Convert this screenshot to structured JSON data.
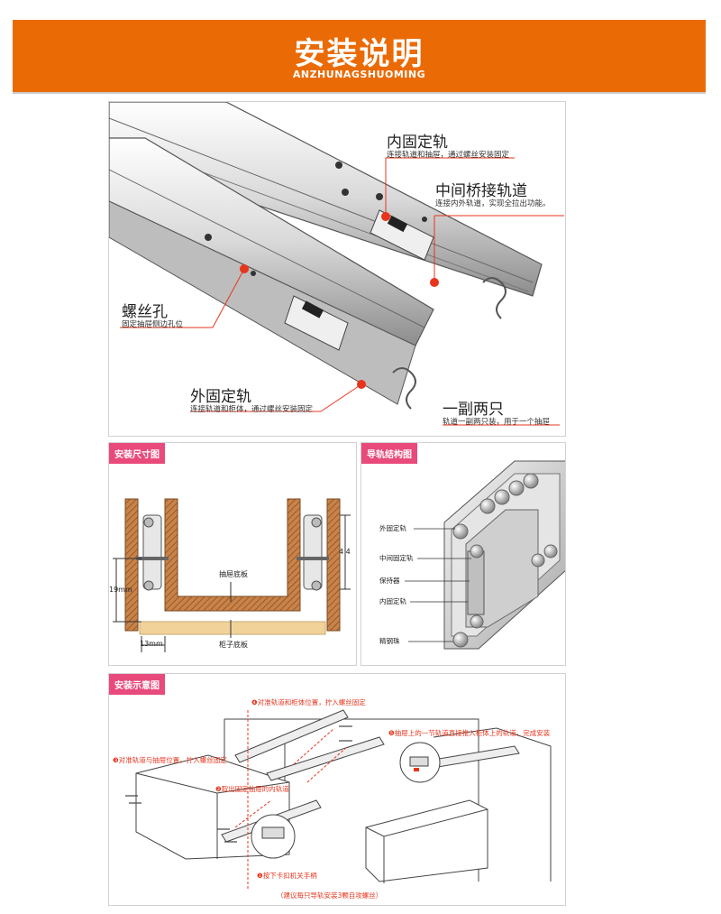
{
  "header": {
    "title": "安装说明",
    "subtitle": "ANZHUNAGSHUOMING",
    "color": "#ea6b06"
  },
  "rail_overview": {
    "callouts": [
      {
        "title": "内固定轨",
        "desc": "连接轨道和抽屉，通过螺丝安装固定"
      },
      {
        "title": "中间桥接轨道",
        "desc": "连接内外轨道，实现全拉出功能。"
      },
      {
        "title": "螺丝孔",
        "desc": "固定抽屉侧边孔位"
      },
      {
        "title": "外固定轨",
        "desc": "连接轨道和柜体，通过螺丝安装固定"
      },
      {
        "title": "一副两只",
        "desc": "轨道一副两只装，用于一个抽屉"
      }
    ]
  },
  "dimensions": {
    "tag": "安装尺寸图",
    "drawer_bottom": "抽屉底板",
    "cabinet_bottom": "柜子底板",
    "dim_19": "19mm",
    "dim_13": "13mm",
    "dim_44": "4 4"
  },
  "structure": {
    "tag": "导轨结构图",
    "labels": [
      "外固定轨",
      "中间固定轨",
      "保持器",
      "内固定轨",
      "精钢珠"
    ]
  },
  "install": {
    "tag": "安装示意图",
    "steps": [
      {
        "num": "❹",
        "text": "对准轨道和柜体位置，拧入螺丝固定"
      },
      {
        "num": "❸",
        "text": "对准轨道与抽屉位置，拧入螺丝固定"
      },
      {
        "num": "❷",
        "text": "取出固定抽屉的内轨道"
      },
      {
        "num": "❶",
        "text": "按下卡扣机关手柄"
      },
      {
        "num": "❺",
        "text": "抽屉上的一节轨道直接推入柜体上的轨道，完成安装"
      }
    ],
    "note": "（建议每只导轨安装3颗自攻螺丝）"
  }
}
